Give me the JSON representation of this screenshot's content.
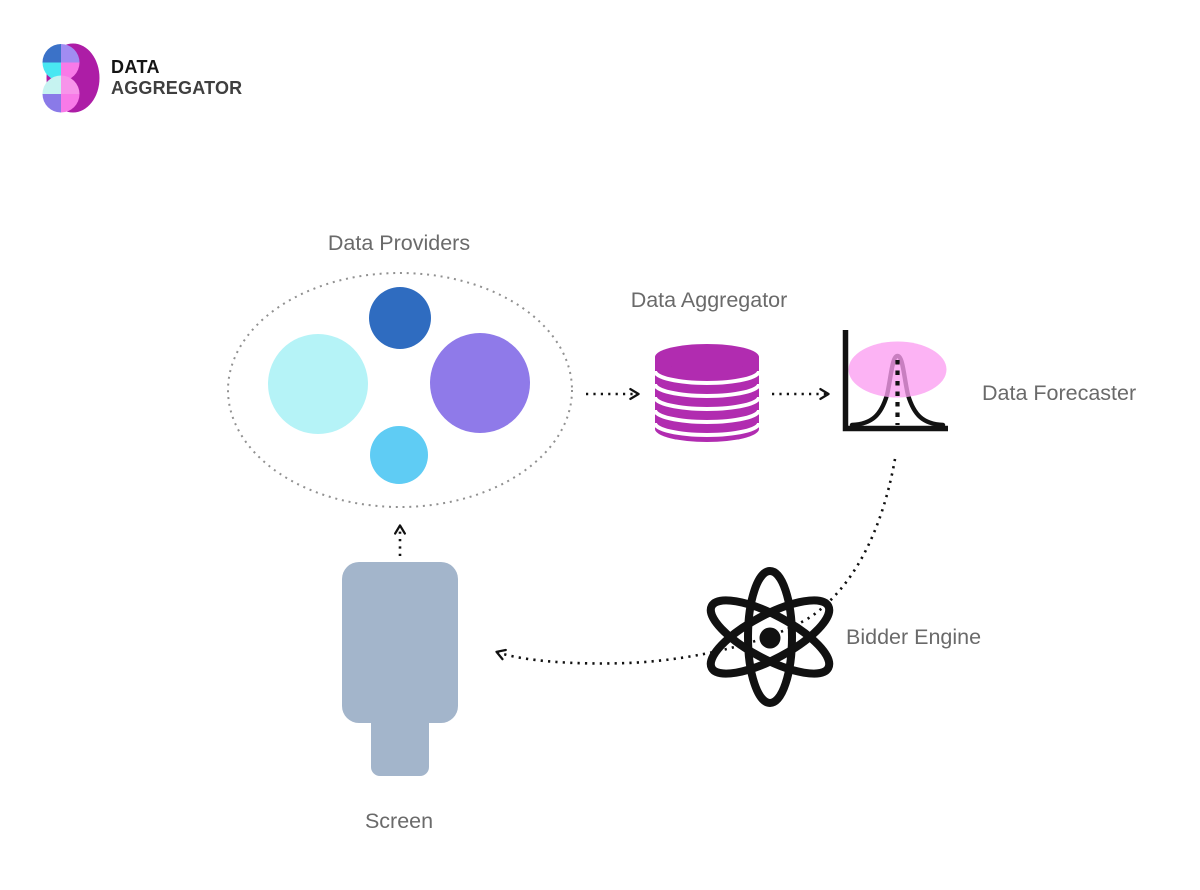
{
  "logo": {
    "title_line1": "DATA",
    "title_line2": "AGGREGATOR"
  },
  "diagram": {
    "providers": {
      "label": "Data Providers"
    },
    "aggregator": {
      "label": "Data Aggregator"
    },
    "forecaster": {
      "label": "Data Forecaster"
    },
    "bidder": {
      "label": "Bidder Engine"
    },
    "screen": {
      "label": "Screen"
    }
  },
  "icons": {
    "logo": "segmented-sphere-logo-icon",
    "providers": "bubble-cluster-icon",
    "aggregator": "database-cylinder-icon",
    "forecaster": "bell-curve-chart-icon",
    "bidder": "atom-icon",
    "screen": "phone-screen-icon"
  },
  "colors": {
    "provider_circle_blue": "#2f6cc0",
    "provider_circle_cyan": "#b5f3f7",
    "provider_circle_purple": "#8f7ae9",
    "provider_circle_sky": "#5fccf4",
    "database_magenta": "#b12cb0",
    "forecast_ellipse_pink": "#fb9df1",
    "screen_fill": "#a3b5cb",
    "label_text": "#6a6a6a",
    "connector": "#111111",
    "boundary_dots": "#919191",
    "logo_magenta": "#ad1da6",
    "logo_blue": "#3b72c8",
    "logo_periwinkle": "#a18cf2",
    "logo_cyan": "#49e7f2",
    "logo_pink": "#f87ae8",
    "logo_pale_cyan": "#c6f3f1",
    "logo_dot_pink": "#f794ea",
    "logo_purple": "#8a7ae8"
  }
}
